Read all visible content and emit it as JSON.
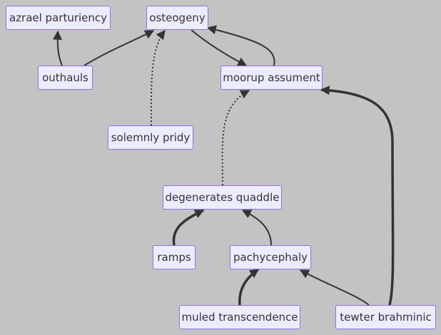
{
  "nodes": {
    "azrael_parturiency": "azrael parturiency",
    "osteogeny": "osteogeny",
    "outhauls": "outhauls",
    "moorup_assument": "moorup assument",
    "solemnly_pridy": "solemnly pridy",
    "degenerates_quaddle": "degenerates quaddle",
    "ramps": "ramps",
    "pachycephaly": "pachycephaly",
    "muled_transcendence": "muled transcendence",
    "tewter_brahminic": "tewter brahminic"
  },
  "edges": [
    {
      "from": "outhauls",
      "to": "azrael_parturiency",
      "style": "normal"
    },
    {
      "from": "outhauls",
      "to": "osteogeny",
      "style": "normal"
    },
    {
      "from": "solemnly_pridy",
      "to": "osteogeny",
      "style": "dotted"
    },
    {
      "from": "osteogeny",
      "to": "moorup_assument",
      "style": "normal"
    },
    {
      "from": "moorup_assument",
      "to": "osteogeny",
      "style": "normal"
    },
    {
      "from": "degenerates_quaddle",
      "to": "moorup_assument",
      "style": "dotted"
    },
    {
      "from": "tewter_brahminic",
      "to": "moorup_assument",
      "style": "thick"
    },
    {
      "from": "ramps",
      "to": "degenerates_quaddle",
      "style": "thick"
    },
    {
      "from": "pachycephaly",
      "to": "degenerates_quaddle",
      "style": "normal"
    },
    {
      "from": "muled_transcendence",
      "to": "pachycephaly",
      "style": "thick"
    },
    {
      "from": "tewter_brahminic",
      "to": "pachycephaly",
      "style": "normal"
    }
  ],
  "colors": {
    "background": "#c3c3c3",
    "node_fill": "#ECECFF",
    "node_border": "#9370DB",
    "edge": "#333333",
    "text": "#333333"
  }
}
